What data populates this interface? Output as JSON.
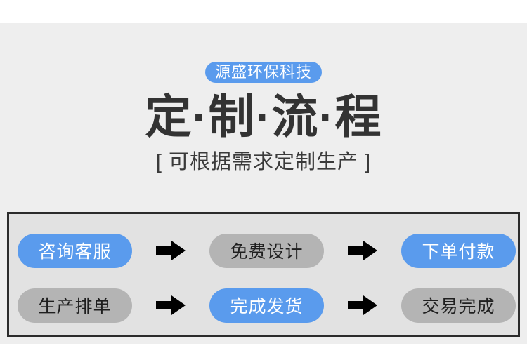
{
  "page": {
    "background": "#eeeeee",
    "outer_background": "#ffffff"
  },
  "header": {
    "badge_label": "源盛环保科技",
    "badge_color": "#5a9bed",
    "badge_text_color": "#ffffff",
    "title": "定·制·流·程",
    "title_color": "#333333",
    "subtitle": "[ 可根据需求定制生产 ]",
    "subtitle_color": "#3a3a3a"
  },
  "flow": {
    "border_color": "#2b2b2b",
    "panel_background": "#e2e2e2",
    "active_color": "#5a9bed",
    "inactive_color": "#b4b4b4",
    "arrow_icon": "arrow-right-icon",
    "arrow_color": "#000000",
    "rows": [
      {
        "steps": [
          {
            "label": "咨询客服",
            "state": "active"
          },
          {
            "label": "免费设计",
            "state": "inactive"
          },
          {
            "label": "下单付款",
            "state": "active"
          }
        ]
      },
      {
        "steps": [
          {
            "label": "生产排单",
            "state": "inactive"
          },
          {
            "label": "完成发货",
            "state": "active"
          },
          {
            "label": "交易完成",
            "state": "inactive"
          }
        ]
      }
    ]
  }
}
